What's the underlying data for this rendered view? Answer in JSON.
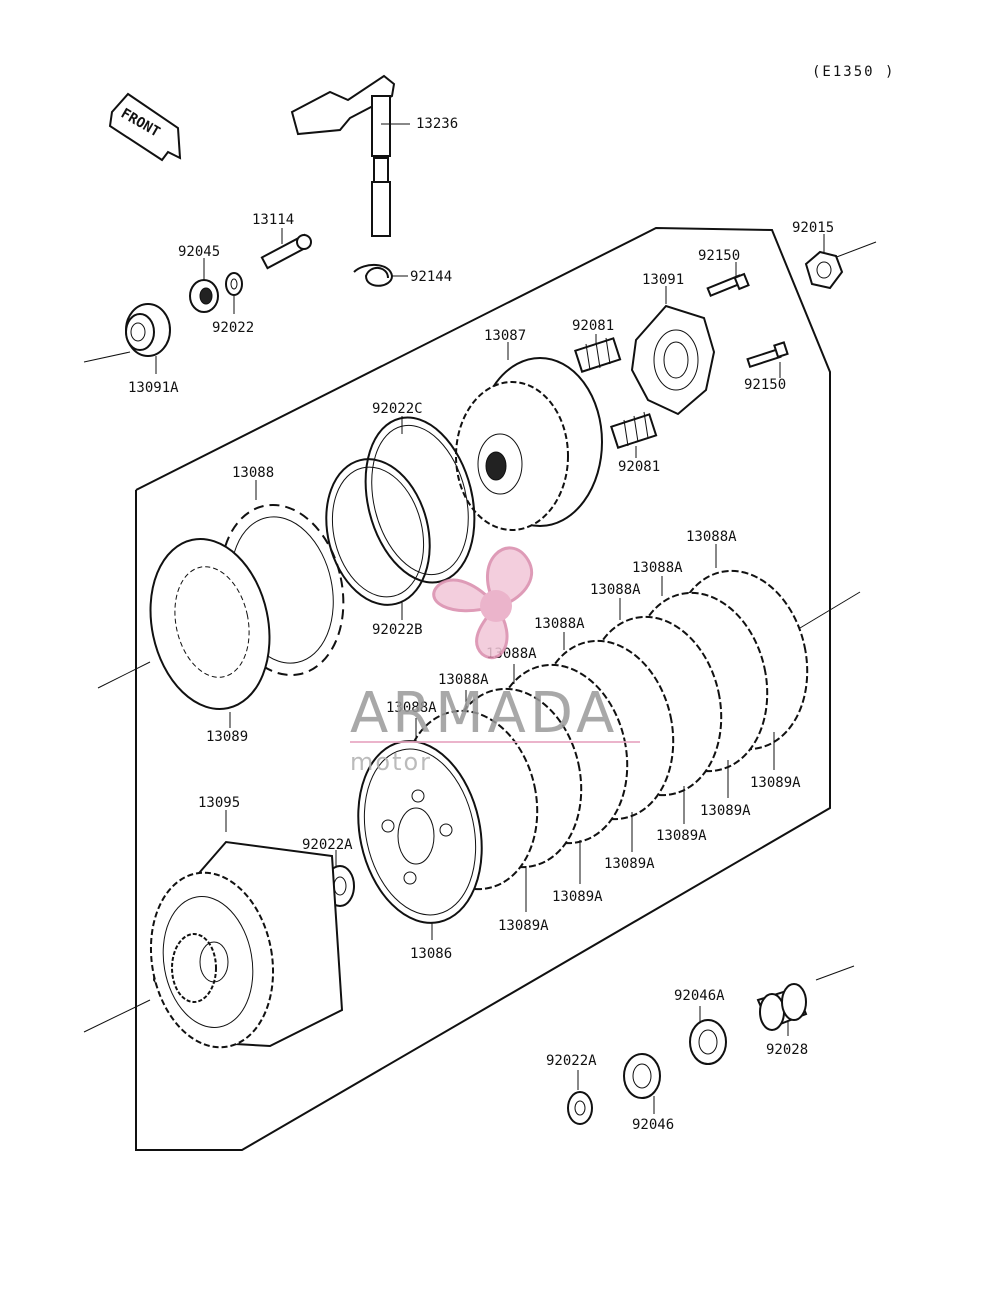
{
  "diagram_code": "(E1350 )",
  "front_arrow_label": "FRONT",
  "parts": {
    "p13236": "13236",
    "p13114": "13114",
    "p92045": "92045",
    "p92022": "92022",
    "p92144": "92144",
    "p13091A": "13091A",
    "p92015": "92015",
    "p92150_top": "92150",
    "p13091": "13091",
    "p92081_top": "92081",
    "p13087": "13087",
    "p92150_right": "92150",
    "p92081_bottom": "92081",
    "p92022C": "92022C",
    "p13088": "13088",
    "p13089": "13089",
    "p92022B": "92022B",
    "p13088A_1": "13088A",
    "p13088A_2": "13088A",
    "p13088A_3": "13088A",
    "p13088A_4": "13088A",
    "p13088A_5": "13088A",
    "p13088A_6": "13088A",
    "p13088A_7": "13088A",
    "p13089A_1": "13089A",
    "p13089A_2": "13089A",
    "p13089A_3": "13089A",
    "p13089A_4": "13089A",
    "p13089A_5": "13089A",
    "p13089A_6": "13089A",
    "p13095": "13095",
    "p92022A_top": "92022A",
    "p13086": "13086",
    "p92046A": "92046A",
    "p92028": "92028",
    "p92022A_bottom": "92022A",
    "p92046": "92046"
  },
  "watermark": {
    "brand": "ARMADA",
    "sub": "motor"
  }
}
